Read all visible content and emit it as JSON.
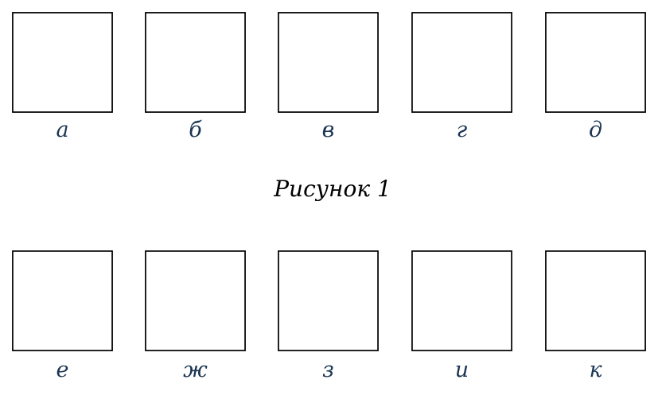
{
  "colors": {
    "fill": "#046399",
    "frame": "#000000",
    "label": "#1a3553"
  },
  "caption": "Рисунок 1",
  "row1": [
    {
      "label": "а",
      "shape": "triangle-top-right"
    },
    {
      "label": "б",
      "shape": "triangle-bottom-left"
    },
    {
      "label": "в",
      "shape": "wedge-top"
    },
    {
      "label": "г",
      "shape": "wedge-bottom"
    },
    {
      "label": "д",
      "shape": "hourglass-vertical"
    }
  ],
  "row2": [
    {
      "label": "е",
      "shape": "hourglass-horizontal"
    },
    {
      "label": "ж",
      "shape": "wedge-left"
    },
    {
      "label": "з",
      "shape": "wedge-right"
    },
    {
      "label": "и",
      "shape": "triangle-top-left"
    },
    {
      "label": "к",
      "shape": "triangle-bottom-right"
    }
  ]
}
